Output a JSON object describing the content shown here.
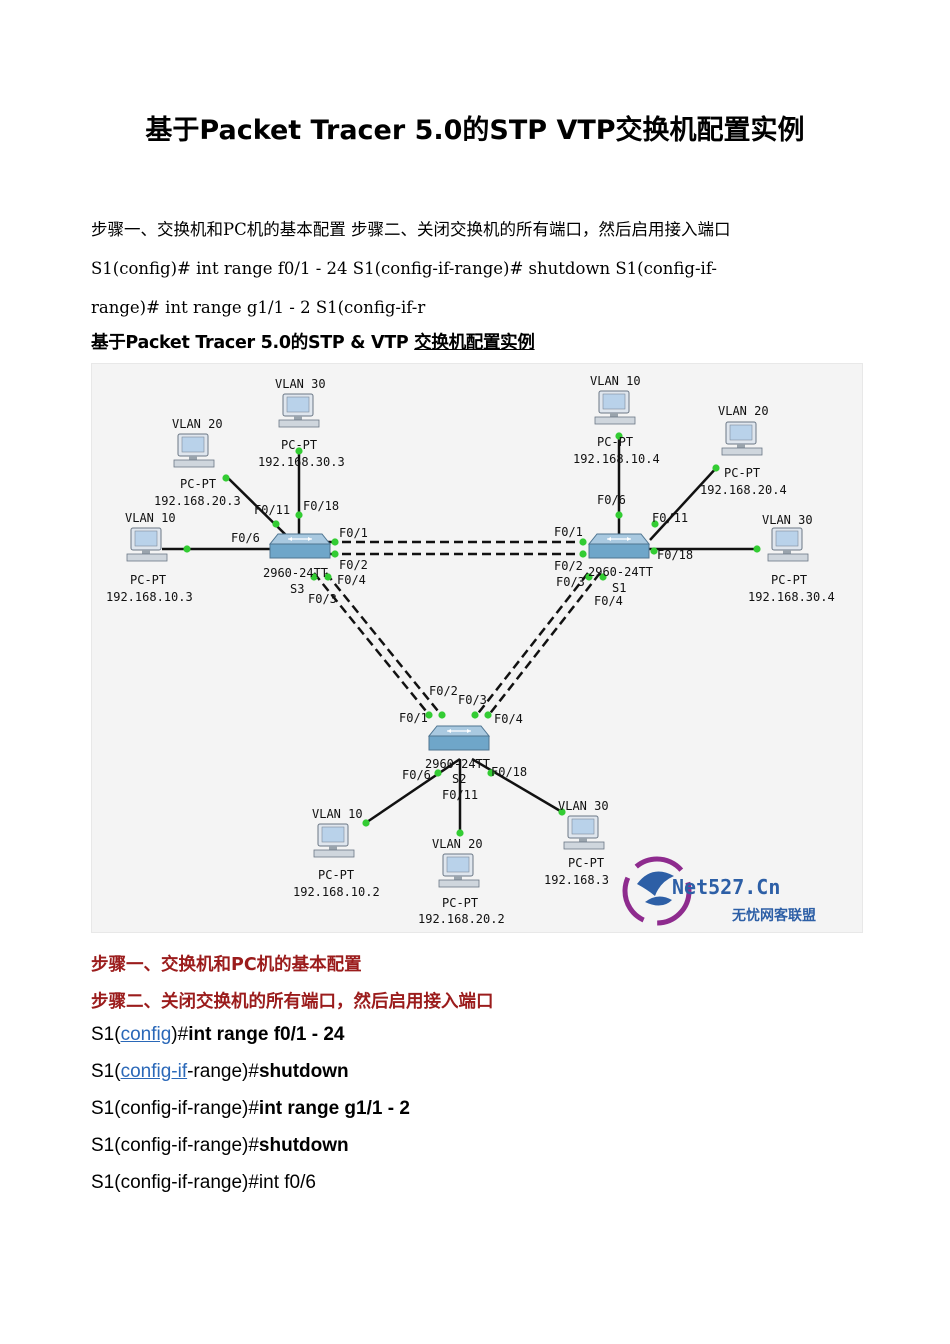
{
  "doc_title": "基于Packet Tracer 5.0的STP VTP交换机配置实例",
  "intro": {
    "line1": "步骤一、交换机和PC机的基本配置 步骤二、关闭交换机的所有端口，然后启用接入端口",
    "line2": "S1(config)# int range f0/1 - 24 S1(config-if-range)# shutdown S1(config-if-",
    "line3": "range)# int range g1/1 - 2 S1(config-if-r"
  },
  "subtitle": {
    "main": "基于Packet Tracer 5.0的STP & VTP ",
    "underlined": "交换机配置实例"
  },
  "diagram": {
    "switches": [
      {
        "id": "S3",
        "model": "2960-24TT",
        "name": "S3"
      },
      {
        "id": "S1",
        "model": "2960-24TT",
        "name": "S1"
      },
      {
        "id": "S2",
        "model": "2960-24TT",
        "name": "S2"
      }
    ],
    "pcs": [
      {
        "id": "pc-s3-vlan30",
        "vlan": "VLAN 30",
        "type": "PC-PT",
        "ip": "192.168.30.3"
      },
      {
        "id": "pc-s3-vlan20",
        "vlan": "VLAN 20",
        "type": "PC-PT",
        "ip": "192.168.20.3"
      },
      {
        "id": "pc-s3-vlan10",
        "vlan": "VLAN 10",
        "type": "PC-PT",
        "ip": "192.168.10.3"
      },
      {
        "id": "pc-s1-vlan10",
        "vlan": "VLAN 10",
        "type": "PC-PT",
        "ip": "192.168.10.4"
      },
      {
        "id": "pc-s1-vlan20",
        "vlan": "VLAN 20",
        "type": "PC-PT",
        "ip": "192.168.20.4"
      },
      {
        "id": "pc-s1-vlan30",
        "vlan": "VLAN 30",
        "type": "PC-PT",
        "ip": "192.168.30.4"
      },
      {
        "id": "pc-s2-vlan10",
        "vlan": "VLAN 10",
        "type": "PC-PT",
        "ip": "192.168.10.2"
      },
      {
        "id": "pc-s2-vlan20",
        "vlan": "VLAN 20",
        "type": "PC-PT",
        "ip": "192.168.20.2"
      },
      {
        "id": "pc-s2-vlan30",
        "vlan": "VLAN 30",
        "type": "PC-PT",
        "ip": "192.168.3"
      }
    ],
    "ports": {
      "s3_f011": "F0/11",
      "s3_f018": "F0/18",
      "s3_f06": "F0/6",
      "s3_f01": "F0/1",
      "s3_f02": "F0/2",
      "s3_f04": "F0/4",
      "s3_f03": "F0/3",
      "s1_f06": "F0/6",
      "s1_f011": "F0/11",
      "s1_f018": "F0/18",
      "s1_f01": "F0/1",
      "s1_f02": "F0/2",
      "s1_f03": "F0/3",
      "s1_f04": "F0/4",
      "s2_f02": "F0/2",
      "s2_f03": "F0/3",
      "s2_f01": "F0/1",
      "s2_f04": "F0/4",
      "s2_f06": "F0/6",
      "s2_f011": "F0/11",
      "s2_f018": "F0/18"
    },
    "watermark": {
      "logo_text": "Net527.Cn",
      "caption": "无忧网客联盟"
    },
    "colors": {
      "port_green": "#33cc33",
      "link": "#111111",
      "switch": "#6fa6c9"
    }
  },
  "steps": {
    "step1": "步骤一、交换机和PC机的基本配置",
    "step2": "步骤二、关闭交换机的所有端口，然后启用接入端口"
  },
  "commands": [
    {
      "prefix": "S1(",
      "link": "config",
      "suffix": ")#",
      "bold": "int range f0/1 - 24"
    },
    {
      "prefix": "S1(",
      "link": "config-if",
      "suffix": "-range)#",
      "bold": "shutdown"
    },
    {
      "prefix": "S1(config-if-range)#",
      "link": "",
      "suffix": "",
      "bold": "int range g1/1 - 2"
    },
    {
      "prefix": "S1(config-if-range)#",
      "link": "",
      "suffix": "",
      "bold": "shutdown"
    },
    {
      "prefix": "S1(config-if-range)#int f0/6",
      "link": "",
      "suffix": "",
      "bold": ""
    }
  ]
}
